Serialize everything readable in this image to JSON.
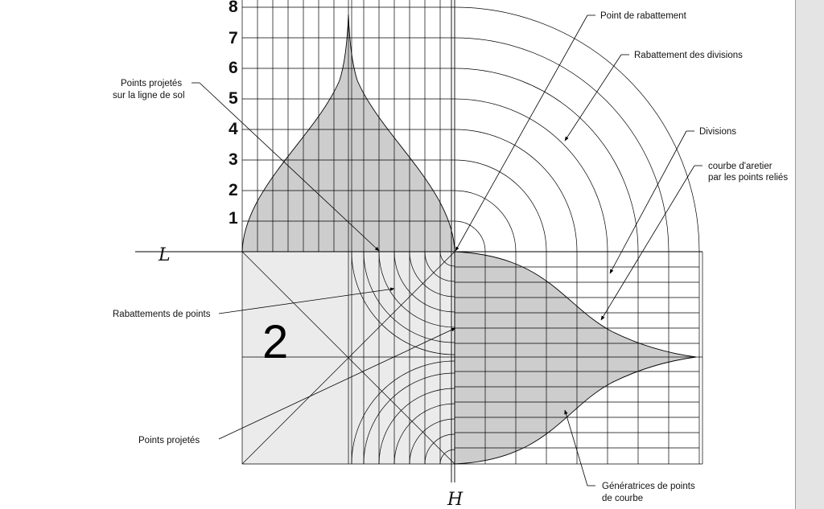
{
  "view_number": "2",
  "height_labels": [
    "1",
    "2",
    "3",
    "4",
    "5",
    "6",
    "7",
    "8"
  ],
  "ground_line_symbol": "L",
  "vertical_axis_symbol": "H",
  "annotations": {
    "point_rabattement": "Point de rabattement",
    "rabattement_divisions": "Rabattement des divisions",
    "divisions": "Divisions",
    "courbe_line1": "courbe d'aretier",
    "courbe_line2": "par les points reliés",
    "points_sol_line1": "Points projetés",
    "points_sol_line2": "sur la ligne de sol",
    "rabattements_points": "Rabattements de points",
    "points_projetes": "Points projetés",
    "generatrices_line1": "Génératrices de points",
    "generatrices_line2": "de courbe"
  },
  "colors": {
    "fill_dark": "#cdcdcd",
    "fill_light": "#ebebeb",
    "line": "#000000",
    "sidebar": "#e4e4e4"
  }
}
